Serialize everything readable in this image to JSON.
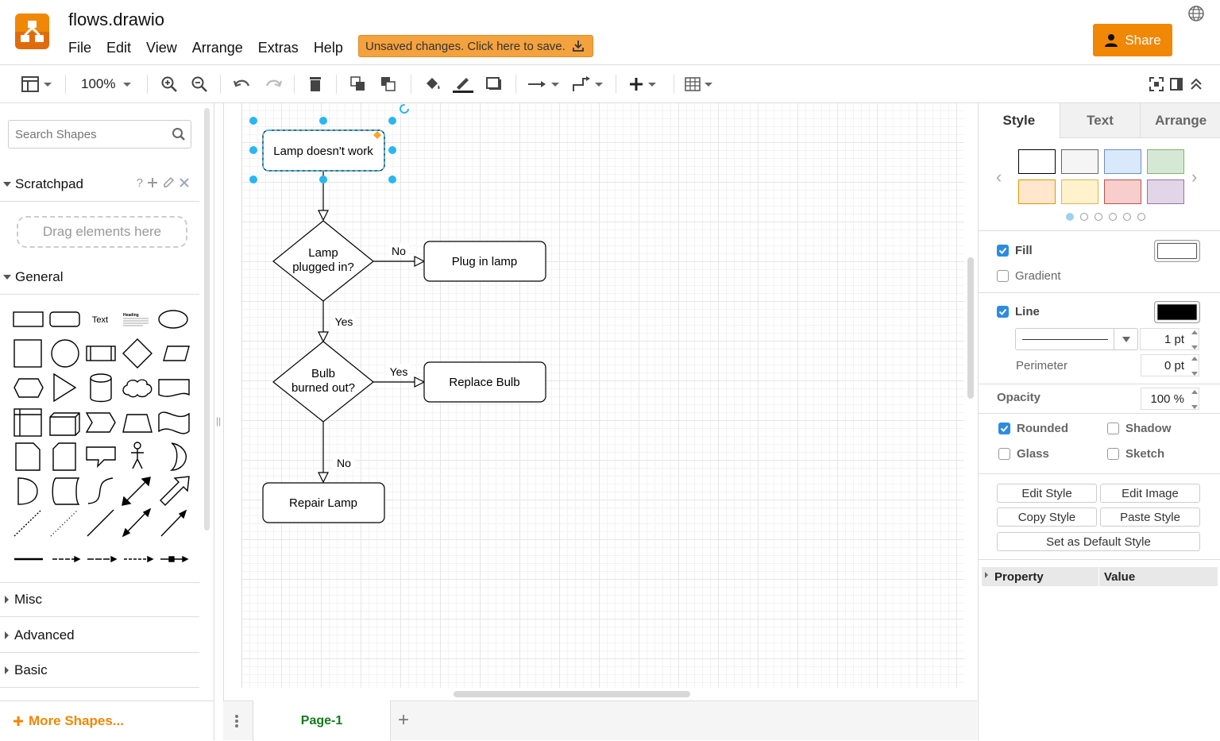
{
  "header": {
    "file_title": "flows.drawio",
    "menu": [
      "File",
      "Edit",
      "View",
      "Arrange",
      "Extras",
      "Help"
    ],
    "unsaved_banner": "Unsaved changes. Click here to save.",
    "share_label": "Share",
    "brand_color": "#f08705"
  },
  "toolbar": {
    "zoom": "100%",
    "icons": [
      "view-panels-icon",
      "zoom-in-icon",
      "zoom-out-icon",
      "undo-icon",
      "redo-icon",
      "delete-icon",
      "to-front-icon",
      "to-back-icon",
      "fill-color-icon",
      "line-color-icon",
      "shadow-icon",
      "connection-icon",
      "waypoints-icon",
      "insert-icon",
      "table-icon",
      "fullscreen-icon",
      "format-panel-icon",
      "collapse-icon"
    ]
  },
  "sidebar": {
    "search_placeholder": "Search Shapes",
    "scratchpad_label": "Scratchpad",
    "scratchpad_help": "?",
    "drag_zone": "Drag elements here",
    "general_label": "General",
    "shape_text_label": "Text",
    "shape_heading_label": "Heading",
    "collapsed_sections": [
      "Misc",
      "Advanced",
      "Basic"
    ],
    "more_shapes": "More Shapes..."
  },
  "diagram": {
    "nodes": {
      "start": "Lamp doesn't work",
      "decision1_line1": "Lamp",
      "decision1_line2": "plugged in?",
      "action_plug": "Plug in lamp",
      "decision2_line1": "Bulb",
      "decision2_line2": "burned out?",
      "action_replace": "Replace Bulb",
      "action_repair": "Repair Lamp"
    },
    "edges": {
      "d1_no": "No",
      "d1_yes": "Yes",
      "d2_yes": "Yes",
      "d2_no": "No"
    },
    "selection_color": "#29b6f2"
  },
  "pages": {
    "current": "Page-1",
    "add_label": "+"
  },
  "format_panel": {
    "tabs": [
      "Style",
      "Text",
      "Arrange"
    ],
    "swatches": [
      {
        "fill": "#ffffff",
        "stroke": "#000000"
      },
      {
        "fill": "#f5f5f5",
        "stroke": "#666666"
      },
      {
        "fill": "#dae8fc",
        "stroke": "#6c8ebf"
      },
      {
        "fill": "#d5e8d4",
        "stroke": "#82b366"
      },
      {
        "fill": "#ffe6cc",
        "stroke": "#d79b00"
      },
      {
        "fill": "#fff2cc",
        "stroke": "#d6b656"
      },
      {
        "fill": "#f8cecc",
        "stroke": "#b85450"
      },
      {
        "fill": "#e1d5e7",
        "stroke": "#9673a6"
      }
    ],
    "swatch_pages": 6,
    "swatch_page_active": 1,
    "fill_label": "Fill",
    "fill_checked": true,
    "fill_color": "#ffffff",
    "gradient_label": "Gradient",
    "gradient_checked": false,
    "line_label": "Line",
    "line_checked": true,
    "line_color": "#000000",
    "line_width": "1 pt",
    "perimeter_label": "Perimeter",
    "perimeter_value": "0 pt",
    "opacity_label": "Opacity",
    "opacity_value": "100 %",
    "rounded_label": "Rounded",
    "rounded_checked": true,
    "shadow_label": "Shadow",
    "shadow_checked": false,
    "glass_label": "Glass",
    "glass_checked": false,
    "sketch_label": "Sketch",
    "sketch_checked": false,
    "edit_style": "Edit Style",
    "edit_image": "Edit Image",
    "copy_style": "Copy Style",
    "paste_style": "Paste Style",
    "set_default_style": "Set as Default Style",
    "property_header": "Property",
    "value_header": "Value"
  }
}
